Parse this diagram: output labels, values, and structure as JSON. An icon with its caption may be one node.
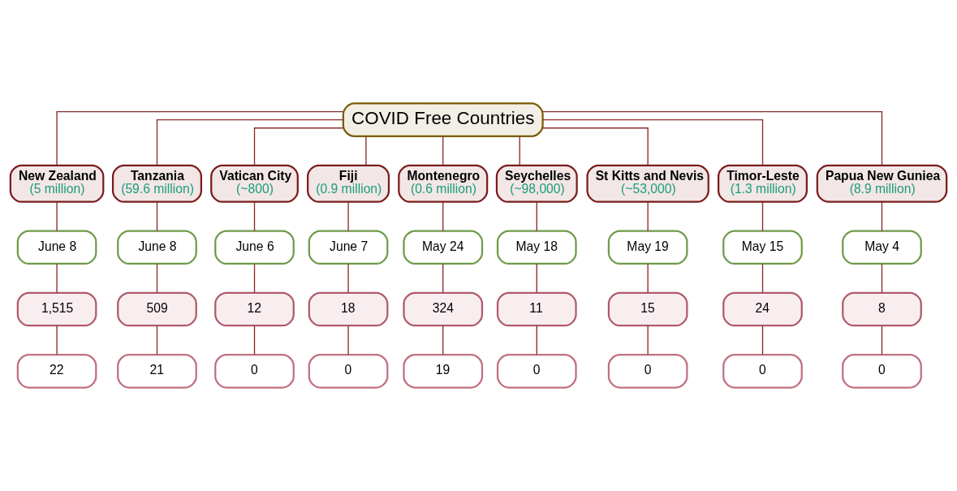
{
  "diagram": {
    "nodes": [
      {
        "text": [
          "COVID Free Countries"
        ]
      },
      {
        "text": [
          "New Zealand",
          "(5 million)"
        ]
      },
      {
        "text": [
          "Tanzania",
          "(59.6 million)"
        ]
      },
      {
        "text": [
          "Vatican City",
          "(~800)"
        ]
      },
      {
        "text": [
          "Fiji",
          "(0.9 million)"
        ]
      },
      {
        "text": [
          "Montenegro",
          "(0.6 million)"
        ]
      },
      {
        "text": [
          "Seychelles",
          "(~98,000)"
        ]
      },
      {
        "text": [
          "St Kitts and Nevis",
          "(~53,000)"
        ]
      },
      {
        "text": [
          "Timor-Leste",
          "(1.3 million)"
        ]
      },
      {
        "text": [
          "Papua New Guniea",
          "(8.9 million)"
        ]
      },
      {
        "text": [
          "June 8"
        ]
      },
      {
        "text": [
          "June 8"
        ]
      },
      {
        "text": [
          "June 6"
        ]
      },
      {
        "text": [
          "June 7"
        ]
      },
      {
        "text": [
          "May 24"
        ]
      },
      {
        "text": [
          "May 18"
        ]
      },
      {
        "text": [
          "May 19"
        ]
      },
      {
        "text": [
          "May 15"
        ]
      },
      {
        "text": [
          "May 4"
        ]
      },
      {
        "text": [
          "1,515"
        ]
      },
      {
        "text": [
          "509"
        ]
      },
      {
        "text": [
          "12"
        ]
      },
      {
        "text": [
          "18"
        ]
      },
      {
        "text": [
          "324"
        ]
      },
      {
        "text": [
          "11"
        ]
      },
      {
        "text": [
          "15"
        ]
      },
      {
        "text": [
          "24"
        ]
      },
      {
        "text": [
          "8"
        ]
      },
      {
        "text": [
          "22"
        ]
      },
      {
        "text": [
          "21"
        ]
      },
      {
        "text": [
          "0"
        ]
      },
      {
        "text": [
          "0"
        ]
      },
      {
        "text": [
          "19"
        ]
      },
      {
        "text": [
          "0"
        ]
      },
      {
        "text": [
          "0"
        ]
      },
      {
        "text": [
          "0"
        ]
      },
      {
        "text": [
          "0"
        ]
      }
    ],
    "edges": [
      {
        "from": 0,
        "to": 1,
        "arrow": "none"
      },
      {
        "from": 0,
        "to": 2,
        "arrow": "none"
      },
      {
        "from": 0,
        "to": 3,
        "arrow": "none"
      },
      {
        "from": 0,
        "to": 4,
        "arrow": "none"
      },
      {
        "from": 0,
        "to": 5,
        "arrow": "none"
      },
      {
        "from": 0,
        "to": 6,
        "arrow": "none"
      },
      {
        "from": 0,
        "to": 7,
        "arrow": "none"
      },
      {
        "from": 0,
        "to": 8,
        "arrow": "none"
      },
      {
        "from": 0,
        "to": 9,
        "arrow": "none"
      },
      {
        "from": 1,
        "to": 10,
        "arrow": "none"
      },
      {
        "from": 2,
        "to": 11,
        "arrow": "none"
      },
      {
        "from": 3,
        "to": 12,
        "arrow": "none"
      },
      {
        "from": 4,
        "to": 13,
        "arrow": "none"
      },
      {
        "from": 5,
        "to": 14,
        "arrow": "none"
      },
      {
        "from": 6,
        "to": 15,
        "arrow": "none"
      },
      {
        "from": 7,
        "to": 16,
        "arrow": "none"
      },
      {
        "from": 8,
        "to": 17,
        "arrow": "none"
      },
      {
        "from": 9,
        "to": 18,
        "arrow": "none"
      },
      {
        "from": 10,
        "to": 19,
        "arrow": "none"
      },
      {
        "from": 11,
        "to": 20,
        "arrow": "none"
      },
      {
        "from": 12,
        "to": 21,
        "arrow": "none"
      },
      {
        "from": 13,
        "to": 22,
        "arrow": "none"
      },
      {
        "from": 14,
        "to": 23,
        "arrow": "none"
      },
      {
        "from": 15,
        "to": 24,
        "arrow": "none"
      },
      {
        "from": 16,
        "to": 25,
        "arrow": "none"
      },
      {
        "from": 17,
        "to": 26,
        "arrow": "none"
      },
      {
        "from": 18,
        "to": 27,
        "arrow": "none"
      },
      {
        "from": 19,
        "to": 28,
        "arrow": "none"
      },
      {
        "from": 20,
        "to": 29,
        "arrow": "none"
      },
      {
        "from": 21,
        "to": 30,
        "arrow": "none"
      },
      {
        "from": 22,
        "to": 31,
        "arrow": "none"
      },
      {
        "from": 23,
        "to": 32,
        "arrow": "none"
      },
      {
        "from": 24,
        "to": 33,
        "arrow": "none"
      },
      {
        "from": 25,
        "to": 34,
        "arrow": "none"
      },
      {
        "from": 26,
        "to": 35,
        "arrow": "none"
      },
      {
        "from": 27,
        "to": 36,
        "arrow": "none"
      }
    ]
  }
}
